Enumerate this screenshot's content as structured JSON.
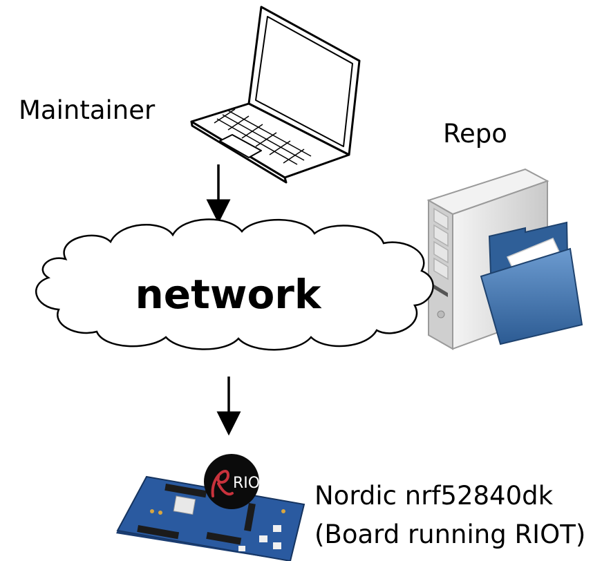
{
  "labels": {
    "maintainer": "Maintainer",
    "repo": "Repo",
    "network": "network",
    "board_name": "Nordic nrf52840dk",
    "board_desc": "(Board running RIOT)",
    "riot_logo_text": "RIOT"
  },
  "icons": {
    "laptop": "laptop-icon",
    "server": "server-icon",
    "folder": "folder-icon",
    "board": "circuit-board-icon",
    "riot_logo": "riot-logo-icon",
    "cloud": "cloud-icon"
  },
  "colors": {
    "folder_blue": "#3b6fa6",
    "board_blue": "#2a5aa0",
    "riot_red": "#c8323c",
    "server_gray": "#dcdcdc"
  }
}
